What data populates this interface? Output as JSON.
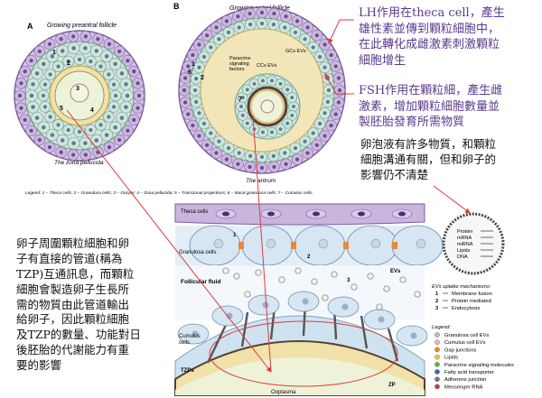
{
  "panel_a": {
    "letter": "A",
    "title": "Growing preantral follicle",
    "caption": "The zona pellucida",
    "numbers": [
      "1",
      "2",
      "3",
      "4",
      "5"
    ]
  },
  "panel_b": {
    "letter": "B",
    "title": "Growing antral follicle",
    "paracrine_label": "Paracrine signaling factors",
    "ccs_evs": "CCs EVs",
    "gcs_evs": "GCs EVs",
    "antrum": "The antrum",
    "numbers": [
      "1",
      "2",
      "6",
      "7"
    ]
  },
  "legend_line": "Legend: 1 – Theca cells; 2 – Granulosa cells; 3 – Oocyte; 4 – Zona pellucida; 5 – Transzonal projections; 6 – Mural granulosa cells; 7 – Cumulus cells.",
  "captions": {
    "lh": "LH作用在theca cell，產生\n雄性素並傳到顆粒細胞中，\n在此轉化成雌激素刺激顆粒\n細胞增生",
    "fsh": "FSH作用在顆粒細，產生雌\n激素，增加顆粒細胞數量並\n製胚胎發育所需物質",
    "fluid": "卵泡液有許多物質，和顆粒\n細胞溝通有關，但和卵子的\n影響仍不清楚",
    "tzp": "卵子周圍顆粒細胞和卵\n子有直接的管道(稱為\nTZP)互通訊息，而顆粒\n細胞會製造卵子生長所\n需的物質由此管道輸出\n給卵子，因此顆粒細胞\n及TZP的數量、功能對日\n後胚胎的代謝能力有重\n要的影響"
  },
  "detail": {
    "theca_cells": "Theca cells",
    "granulosa_cells": "Granulosa cells",
    "evs": "EVs",
    "follicular_fluid": "Follicular fluid",
    "cumulus_cells": "Cumulus cells",
    "tzps": "TZPs",
    "ooplasma": "Ooplasma",
    "zp": "ZP",
    "numbers": [
      "1",
      "2",
      "3"
    ]
  },
  "ev_contents": [
    "Protein",
    "mRNA",
    "miRNA",
    "Lipids",
    "DNA"
  ],
  "uptake": {
    "title": "EVs uptake mechanisms:",
    "items": [
      {
        "num": "1",
        "label": "Membrane fusion"
      },
      {
        "num": "2",
        "label": "Protein mediated"
      },
      {
        "num": "3",
        "label": "Endocytosis"
      }
    ]
  },
  "legend2": {
    "title": "Legend:",
    "items": [
      "Granulosa cell EVs",
      "Cumulus cell EVs",
      "Gap junctions",
      "Lipids",
      "Paracrine signaling molecules",
      "Fatty acid transporter",
      "Adherens junction",
      "Messenger RNA"
    ]
  },
  "colors": {
    "purple": "#5b3a8c",
    "theca": "#c8b6dc",
    "granulosa": "#c9dff0",
    "oocyte": "#e9f0d3",
    "antrum": "#f2e6b8",
    "nucleus": "#6a4c8c",
    "arrow": "#e03a3a"
  }
}
